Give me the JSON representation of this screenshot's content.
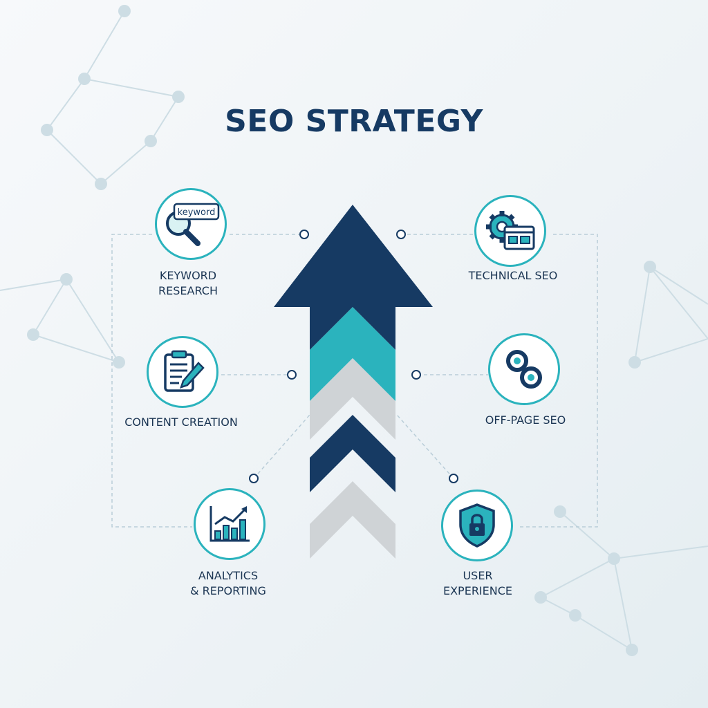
{
  "title": "SEO STRATEGY",
  "colors": {
    "navy": "#163a63",
    "teal": "#2bb3bd",
    "gray": "#cfd3d6",
    "text": "#1b3553"
  },
  "nodes": [
    {
      "id": "keyword",
      "label": "KEYWORD\nRESEARCH",
      "icon": "magnifier-keyword-icon",
      "icon_text": "keyword"
    },
    {
      "id": "content",
      "label": "CONTENT CREATION",
      "icon": "clipboard-pencil-icon"
    },
    {
      "id": "analytics",
      "label": "ANALYTICS\n& REPORTING",
      "icon": "bar-chart-icon"
    },
    {
      "id": "technical",
      "label": "TECHNICAL SEO",
      "icon": "gear-browser-icon"
    },
    {
      "id": "offpage",
      "label": "OFF-PAGE SEO",
      "icon": "link-icon"
    },
    {
      "id": "ux",
      "label": "USER\nEXPERIENCE",
      "icon": "shield-lock-icon"
    }
  ]
}
